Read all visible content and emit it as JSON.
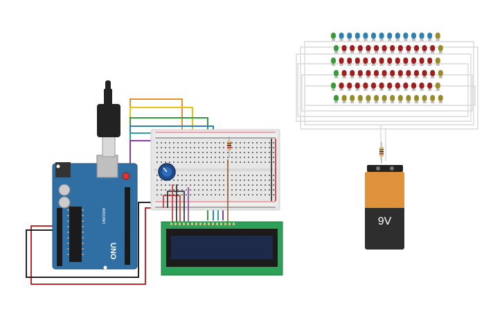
{
  "battery": {
    "label": "9V"
  },
  "arduino": {
    "model": "UNO",
    "brand": "ARDUINO"
  },
  "colors": {
    "board": "#2f6fa3",
    "breadboard": "#e8e8e8",
    "lcd_pcb": "#2fa05a",
    "lcd_screen": "#1e2a4a",
    "battery_body": "#2e2e2e",
    "battery_top": "#e0913c",
    "led_green": "#3a9a3a",
    "led_blue": "#2f7fb0",
    "led_red": "#9e1d1d",
    "led_olive": "#9a8b2a"
  },
  "icons": {
    "usb": "usb-cable-icon",
    "potentiometer": "potentiometer-knob-icon",
    "resistor": "resistor-icon"
  }
}
